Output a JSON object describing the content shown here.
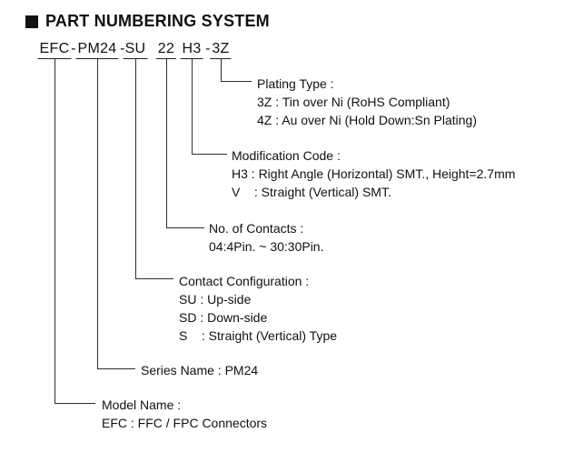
{
  "title": {
    "text": "PART NUMBERING SYSTEM"
  },
  "part_number": {
    "segments": [
      "EFC",
      "PM24",
      "SU",
      "22",
      "H3",
      "3Z"
    ],
    "separators": [
      "-",
      "-",
      "-"
    ]
  },
  "annotations": [
    {
      "id": "plating-type",
      "heading": "Plating Type :",
      "lines": [
        "3Z : Tin over Ni (RoHS Compliant)",
        "4Z : Au over Ni (Hold Down:Sn Plating)"
      ]
    },
    {
      "id": "modification-code",
      "heading": "Modification Code :",
      "lines": [
        "H3 : Right Angle (Horizontal) SMT., Height=2.7mm",
        "V    : Straight (Vertical) SMT."
      ]
    },
    {
      "id": "no-of-contacts",
      "heading": "No. of Contacts :",
      "lines": [
        "04:4Pin. ~ 30:30Pin."
      ]
    },
    {
      "id": "contact-configuration",
      "heading": "Contact Configuration :",
      "lines": [
        "SU : Up-side",
        "SD : Down-side",
        "S    : Straight (Vertical) Type"
      ]
    },
    {
      "id": "series-name",
      "heading": "Series Name : PM24",
      "lines": []
    },
    {
      "id": "model-name",
      "heading": "Model Name :",
      "lines": [
        "EFC : FFC / FPC Connectors"
      ]
    }
  ]
}
